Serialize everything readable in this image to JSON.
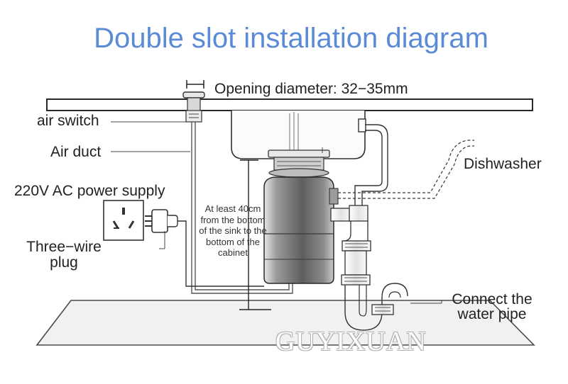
{
  "title": "Double slot installation diagram",
  "labels": {
    "opening_diameter": "Opening diameter: 32−35mm",
    "air_switch": "air switch",
    "air_duct": "Air duct",
    "power_supply": "220V AC power supply",
    "plug": "Three−wire plug",
    "min_height": "At least 40cm from the bottom of the sink to the bottom of the cabinet",
    "dishwasher": "Dishwasher",
    "water_pipe": "Connect the water pipe"
  },
  "watermark": "GUYIXUAN",
  "colors": {
    "title": "#5b8ad6",
    "line": "#333333",
    "unit_body": "#7f7f7f",
    "unit_light": "#d9d9d9"
  }
}
